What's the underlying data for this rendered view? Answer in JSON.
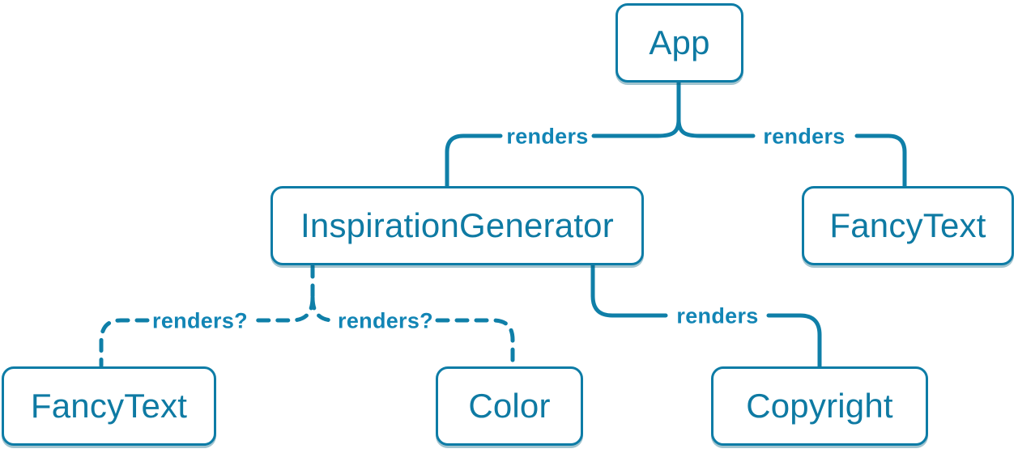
{
  "diagram": {
    "type": "component-render-tree",
    "colors": {
      "edge_line": "#0f7fa8",
      "edge_label": "#1285b5",
      "node_border": "#0d7ca6",
      "node_text": "#0e7aa3",
      "background": "#ffffff"
    },
    "nodes": {
      "app": {
        "label": "App"
      },
      "inspiration_generator": {
        "label": "InspirationGenerator"
      },
      "fancy_text_top": {
        "label": "FancyText"
      },
      "fancy_text_bottom": {
        "label": "FancyText"
      },
      "color": {
        "label": "Color"
      },
      "copyright": {
        "label": "Copyright"
      }
    },
    "edges": {
      "app_to_inspiration_generator": {
        "label": "renders",
        "style": "solid"
      },
      "app_to_fancy_text": {
        "label": "renders",
        "style": "solid"
      },
      "inspiration_generator_to_copyright": {
        "label": "renders",
        "style": "solid"
      },
      "inspiration_generator_to_fancy_text": {
        "label": "renders?",
        "style": "dashed"
      },
      "inspiration_generator_to_color": {
        "label": "renders?",
        "style": "dashed"
      }
    }
  }
}
